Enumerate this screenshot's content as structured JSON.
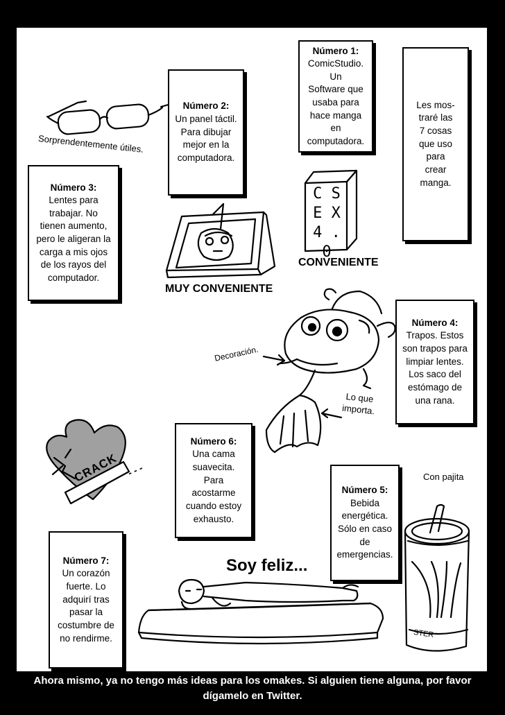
{
  "items": [
    {
      "id": "numero-1",
      "title": "Número 1:",
      "body": "ComicStudio. Un\nSoftware que\nusaba para\nhace manga en\ncomputadora."
    },
    {
      "id": "numero-2",
      "title": "Número 2:",
      "body": "Un panel táctil.\nPara dibujar\nmejor en la\ncomputadora."
    },
    {
      "id": "numero-3",
      "title": "Número 3:",
      "body": "Lentes para\ntrabajar. No\ntienen aumento,\npero le aligeran la\ncarga a mis ojos\nde los rayos del\ncomputador."
    },
    {
      "id": "numero-4",
      "title": "Número 4:",
      "body": "Trapos. Estos\nson trapos para\nlimpiar lentes.\nLos saco del\nestómago de\nuna rana."
    },
    {
      "id": "numero-5",
      "title": "Número 5:",
      "body": "Bebida\nenergética.\nSólo en caso\nde emergencias."
    },
    {
      "id": "numero-6",
      "title": "Número 6:",
      "body": "Una cama\nsuavecita. Para\nacostarme\ncuando estoy\nexhausto."
    },
    {
      "id": "numero-7",
      "title": "Número 7:",
      "body": "Un corazón\nfuerte. Lo\nadquirí tras\npasar la\ncostumbre de\nno rendirme."
    }
  ],
  "intro": "Les mos-\ntraré las\n7 cosas\nque uso\npara\ncrear\nmanga.",
  "labels": {
    "glasses_caption": "Sorprendentemente útiles.",
    "tablet_caption": "MUY CONVENIENTE",
    "software_caption": "CONVENIENTE",
    "software_box_text": "C S\nE X\n4 . 0",
    "decoration": "Decoración.",
    "what_matters": "Lo que\nimporta.",
    "straw": "Con pajita",
    "happy": "Soy feliz...",
    "crack": "CRACK",
    "crack_dots": "- - -",
    "can_text": "STER"
  },
  "footer": "Ahora mismo, ya no tengo más ideas para los omakes. Si alguien tiene alguna, por favor\ndígamelo en Twitter."
}
